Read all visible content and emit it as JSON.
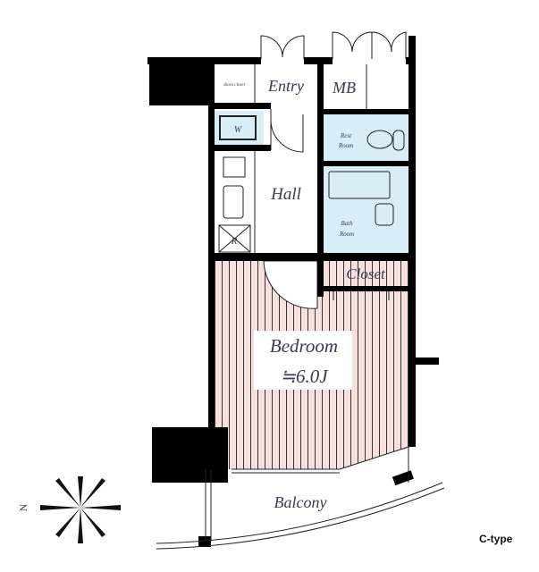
{
  "plan": {
    "rooms": {
      "shoes_closet": "shoes closet",
      "entry": "Entry",
      "mb": "MB",
      "washer": "W",
      "rest_room_1": "Rest",
      "rest_room_2": "Room",
      "hall": "Hall",
      "bath_room_1": "Bath",
      "bath_room_2": "Room",
      "fridge": "R",
      "closet": "Closet",
      "bedroom": "Bedroom",
      "bedroom_size": "≒6.0J",
      "balcony": "Balcony"
    },
    "compass_label": "N",
    "type_label": "C-type"
  },
  "colors": {
    "wall": "#000000",
    "wet": "#d8eef6",
    "closet": "#dcd8f0",
    "bedroom": "#f6e0dc"
  }
}
